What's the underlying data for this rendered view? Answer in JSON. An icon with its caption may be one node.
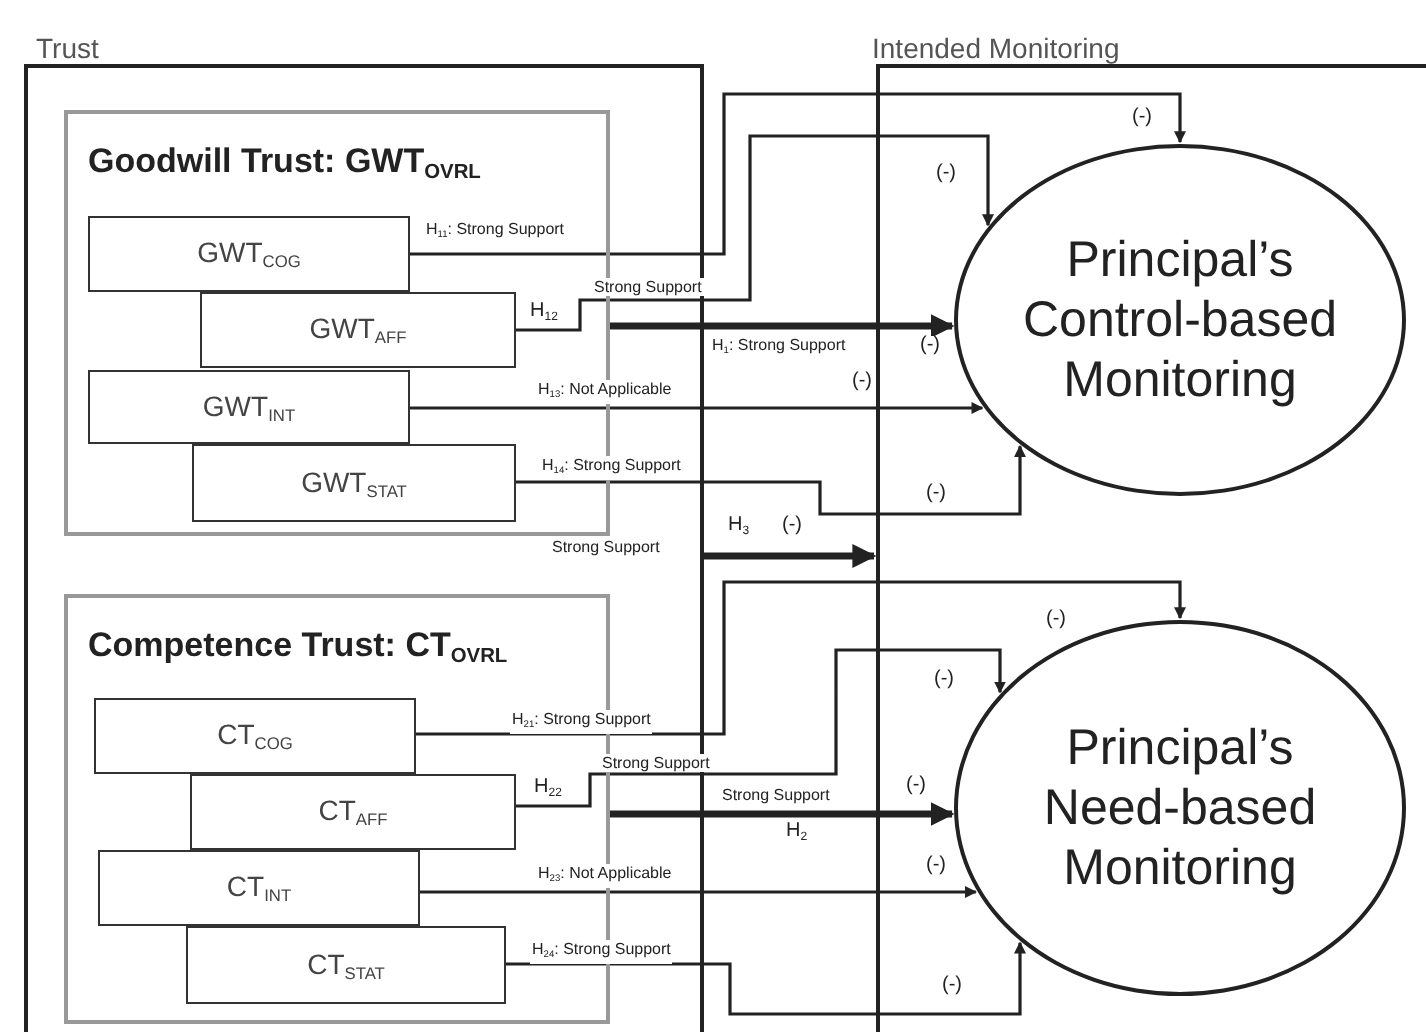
{
  "diagram": {
    "nodes": [
      {
        "text": [
          "Trust"
        ]
      },
      {
        "text": [
          "Goodwill Trust: GWT$_{OVRL}$"
        ],
        "in": 0
      },
      {
        "text": [
          "GWT$_{COG}$"
        ],
        "in": 1
      },
      {
        "text": [
          "GWT$_{AFF}$"
        ],
        "in": 1
      },
      {
        "text": [
          "GWT$_{INT}$"
        ],
        "in": 1
      },
      {
        "text": [
          "GWT$_{STAT}$"
        ],
        "in": 1
      },
      {
        "text": [
          "Competence Trust: CT$_{OVRL}$"
        ],
        "in": 0
      },
      {
        "text": [
          "CT$_{COG}$"
        ],
        "in": 6
      },
      {
        "text": [
          "CT$_{AFF}$"
        ],
        "in": 6
      },
      {
        "text": [
          "CT$_{INT}$"
        ],
        "in": 6
      },
      {
        "text": [
          "CT$_{STAT}$"
        ],
        "in": 6
      },
      {
        "text": [
          "Intended Monitoring"
        ]
      },
      {
        "text": [
          "Principal’s Control-based Monitoring"
        ],
        "in": 11
      },
      {
        "text": [
          "Principal’s Need-based Monitoring"
        ],
        "in": 11
      }
    ],
    "edges": [
      {
        "from": 2,
        "to": 12,
        "arrow": "to",
        "label": "H$_{11}$: Strong Support"
      },
      {
        "from": 3,
        "to": 12,
        "arrow": "to",
        "label": "Strong Support"
      },
      {
        "from": 1,
        "to": 12,
        "arrow": "to",
        "label": "H$_{1}$: Strong Support",
        "style": "thick"
      },
      {
        "from": 4,
        "to": 12,
        "arrow": "to",
        "label": "H$_{13}$: Not Applicable"
      },
      {
        "from": 5,
        "to": 12,
        "arrow": "to",
        "label": "H$_{14}$: Strong Support"
      },
      {
        "from": 0,
        "to": 11,
        "arrow": "to",
        "label": "Strong Support",
        "style": "thick"
      },
      {
        "from": 7,
        "to": 13,
        "arrow": "to",
        "label": "H$_{21}$: Strong Support"
      },
      {
        "from": 8,
        "to": 13,
        "arrow": "to",
        "label": "Strong Support"
      },
      {
        "from": 6,
        "to": 13,
        "arrow": "to",
        "label": "Strong Support",
        "style": "thick"
      },
      {
        "from": 9,
        "to": 13,
        "arrow": "to",
        "label": "H$_{23}$: Not Applicable"
      },
      {
        "from": 10,
        "to": 13,
        "arrow": "to",
        "label": "H$_{24}$: Strong Support"
      }
    ],
    "labels": [
      "(-)",
      "(-)",
      "H$_{12}$",
      "(-)",
      "(-)",
      "(-)",
      "H$_{3}$",
      "(-)",
      "(-)",
      "(-)",
      "H$_{22}$",
      "(-)",
      "H$_{2}$",
      "(-)",
      "(-)"
    ]
  }
}
